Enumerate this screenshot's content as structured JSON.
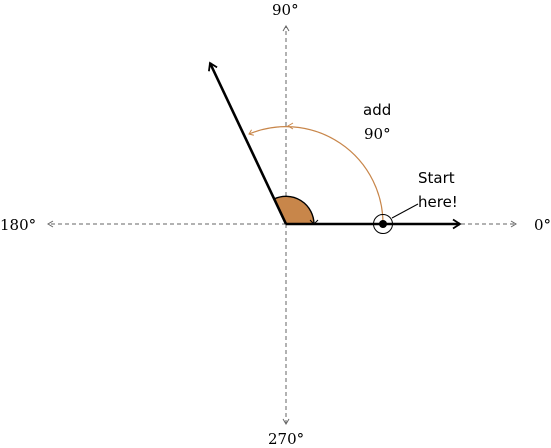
{
  "axes": {
    "right_label": "0°",
    "top_label": "90°",
    "left_label": "180°",
    "bottom_label": "270°"
  },
  "start_note": {
    "line1": "Start",
    "line2": "here!"
  },
  "add_note": {
    "line1": "add",
    "line2": "90°"
  },
  "angle": {
    "start_degrees": 0,
    "added_degrees": 90,
    "shown_ray_degrees": 115
  },
  "colors": {
    "wedge": "#C8864A",
    "rotation_arc": "#C8864A",
    "ray": "#000000",
    "axis_dashes": "#666666"
  }
}
